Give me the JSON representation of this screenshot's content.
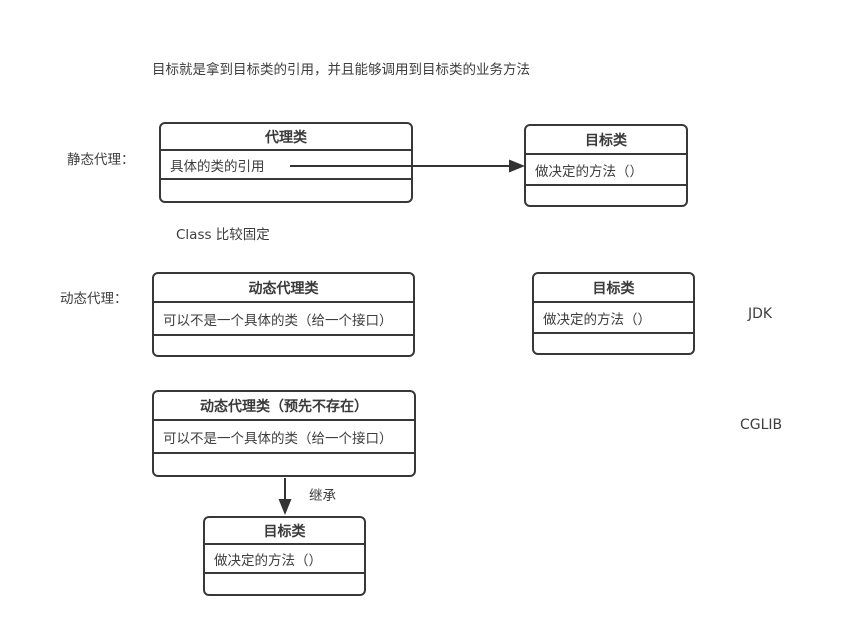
{
  "colors": {
    "stroke": "#383838",
    "text": "#3d3d3d",
    "background": "#ffffff"
  },
  "note_top": "目标就是拿到目标类的引用，并且能够调用到目标类的业务方法",
  "static_section": {
    "label": "静态代理：",
    "note": "Class 比较固定",
    "proxy_box": {
      "title": "代理类",
      "field": "具体的类的引用"
    },
    "target_box": {
      "title": "目标类",
      "field": "做决定的方法（）"
    }
  },
  "dynamic_section": {
    "label": "动态代理：",
    "jdk": {
      "tag": "JDK",
      "proxy_box": {
        "title": "动态代理类",
        "field": "可以不是一个具体的类（给一个接口）"
      },
      "target_box": {
        "title": "目标类",
        "field": "做决定的方法（）"
      }
    },
    "cglib": {
      "tag": "CGLIB",
      "arrow_label": "继承",
      "proxy_box": {
        "title": "动态代理类（预先不存在）",
        "field": "可以不是一个具体的类（给一个接口）"
      },
      "target_box": {
        "title": "目标类",
        "field": "做决定的方法（）"
      }
    }
  }
}
